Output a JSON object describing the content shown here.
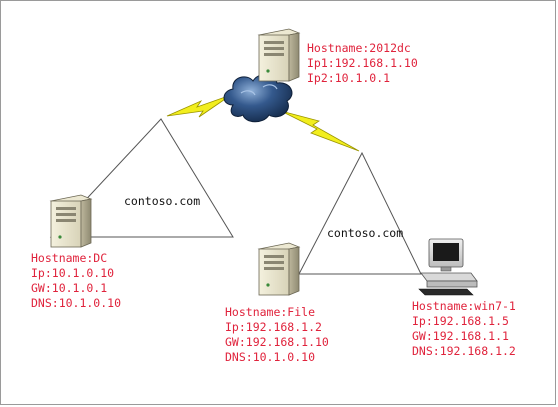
{
  "nodes": {
    "router": {
      "hostname": "Hostname:2012dc",
      "lines": [
        "Ip1:192.168.1.10",
        "Ip2:10.1.0.1"
      ]
    },
    "dc": {
      "hostname": "Hostname:DC",
      "lines": [
        "Ip:10.1.0.10",
        "GW:10.1.0.1",
        "DNS:10.1.0.10"
      ]
    },
    "file": {
      "hostname": "Hostname:File",
      "lines": [
        "Ip:192.168.1.2",
        "GW:192.168.1.10",
        "DNS:10.1.0.10"
      ]
    },
    "win7": {
      "hostname": "Hostname:win7-1",
      "lines": [
        "Ip:192.168.1.5",
        "GW:192.168.1.1",
        "DNS:192.168.1.2"
      ]
    }
  },
  "domains": {
    "left": "contoso.com",
    "right": "contoso.com"
  },
  "colors": {
    "label_text": "#e0233c",
    "domain_text": "#111111",
    "triangle_stroke": "#555555",
    "lightning": "#f2ee1e",
    "cloud": "#1f3f6e"
  },
  "icons": {
    "server": "server-tower-icon",
    "cloud": "network-cloud-icon",
    "lightning": "lightning-link-icon",
    "workstation": "desktop-computer-icon"
  }
}
